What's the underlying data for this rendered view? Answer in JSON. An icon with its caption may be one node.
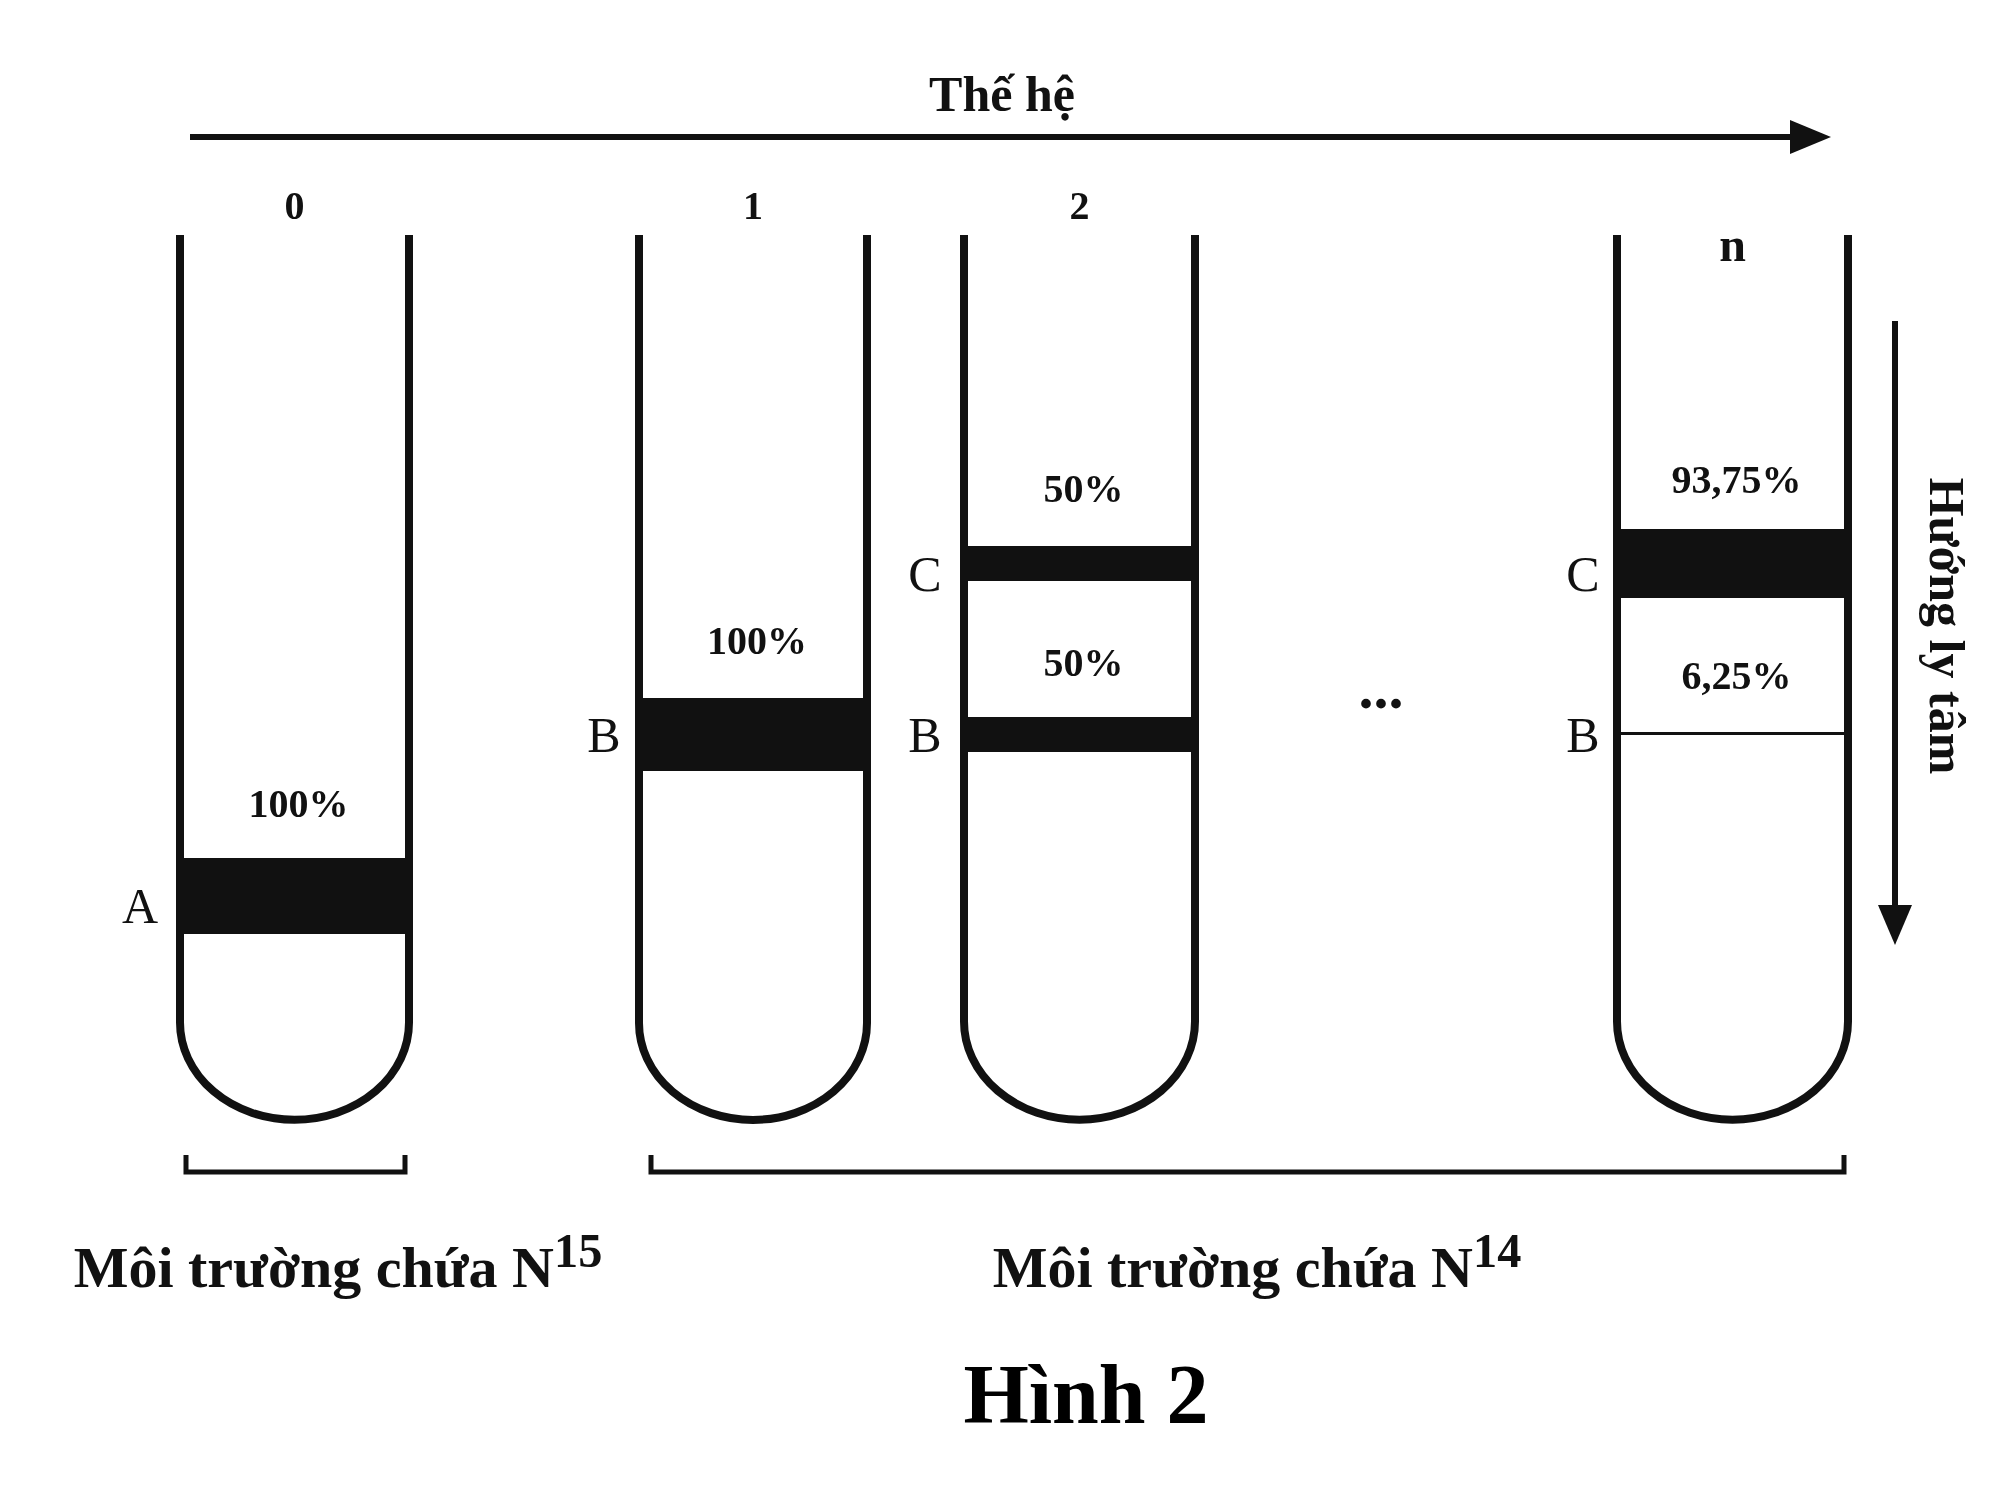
{
  "diagram": {
    "caption": "Hình 2",
    "nodes": [
      {
        "text": [
          "0",
          "100%"
        ],
        "beside": [
          "A"
        ]
      },
      {
        "text": [
          "1",
          "100%"
        ],
        "beside": [
          "B"
        ]
      },
      {
        "text": [
          "2",
          "50%",
          "50%"
        ],
        "beside": [
          "C",
          "B"
        ]
      },
      {
        "text": [
          "n",
          "93,75%",
          "6,25%"
        ],
        "beside": [
          "C",
          "B"
        ]
      }
    ],
    "edges": [],
    "labels": [
      "Thế hệ",
      "Hướng ly tâm",
      "...",
      "Môi trường chứa N$^{15}$",
      "Môi trường chứa N$^{14}$"
    ]
  }
}
